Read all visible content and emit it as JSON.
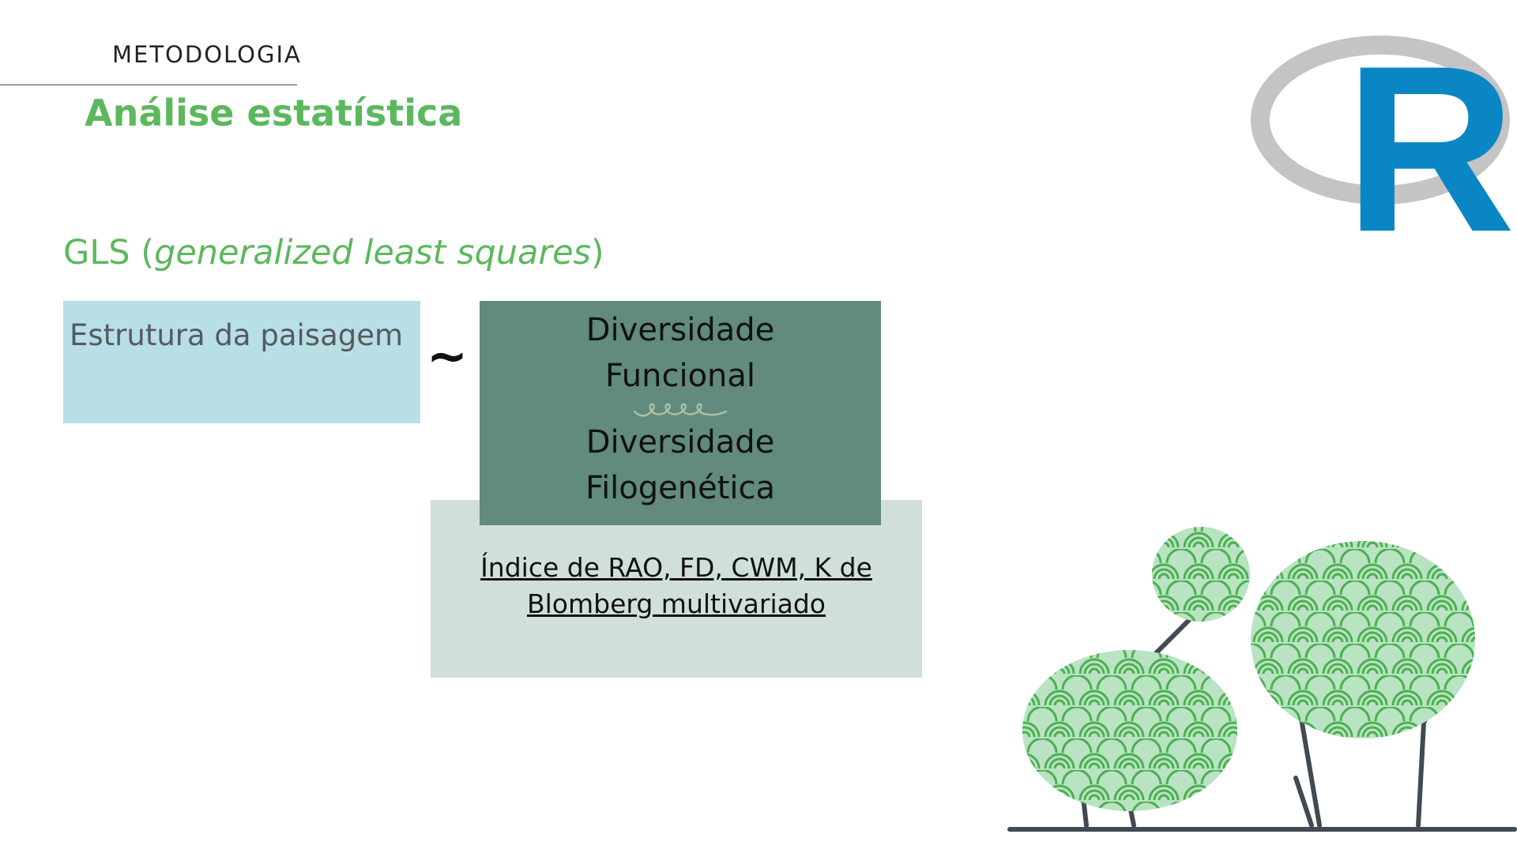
{
  "header": {
    "section_label": "METODOLOGIA",
    "title": "Análise estatística"
  },
  "gls": {
    "abbr": "GLS",
    "open": " (",
    "italic": "generalized least squares",
    "close": ")"
  },
  "model": {
    "response_box": "Estrutura da paisagem",
    "operator": "~",
    "diversity_lines": [
      "Diversidade",
      "Funcional",
      "Diversidade",
      "Filogenética"
    ],
    "index_lines": [
      "Índice de RAO, FD, CWM, K de",
      "Blomberg multivariado"
    ]
  },
  "logo": {
    "letter": "R",
    "colors": {
      "ring": "#c4c4c4",
      "letter": "#0a86c4"
    }
  },
  "colors": {
    "accent_green": "#5cb85c",
    "landscape_box": "#b8dfe6",
    "diversity_box": "#628a7e",
    "index_box": "#d1dfdc"
  },
  "icons": [
    "r-logo-icon",
    "squiggle-divider-icon",
    "trees-illustration-icon"
  ]
}
